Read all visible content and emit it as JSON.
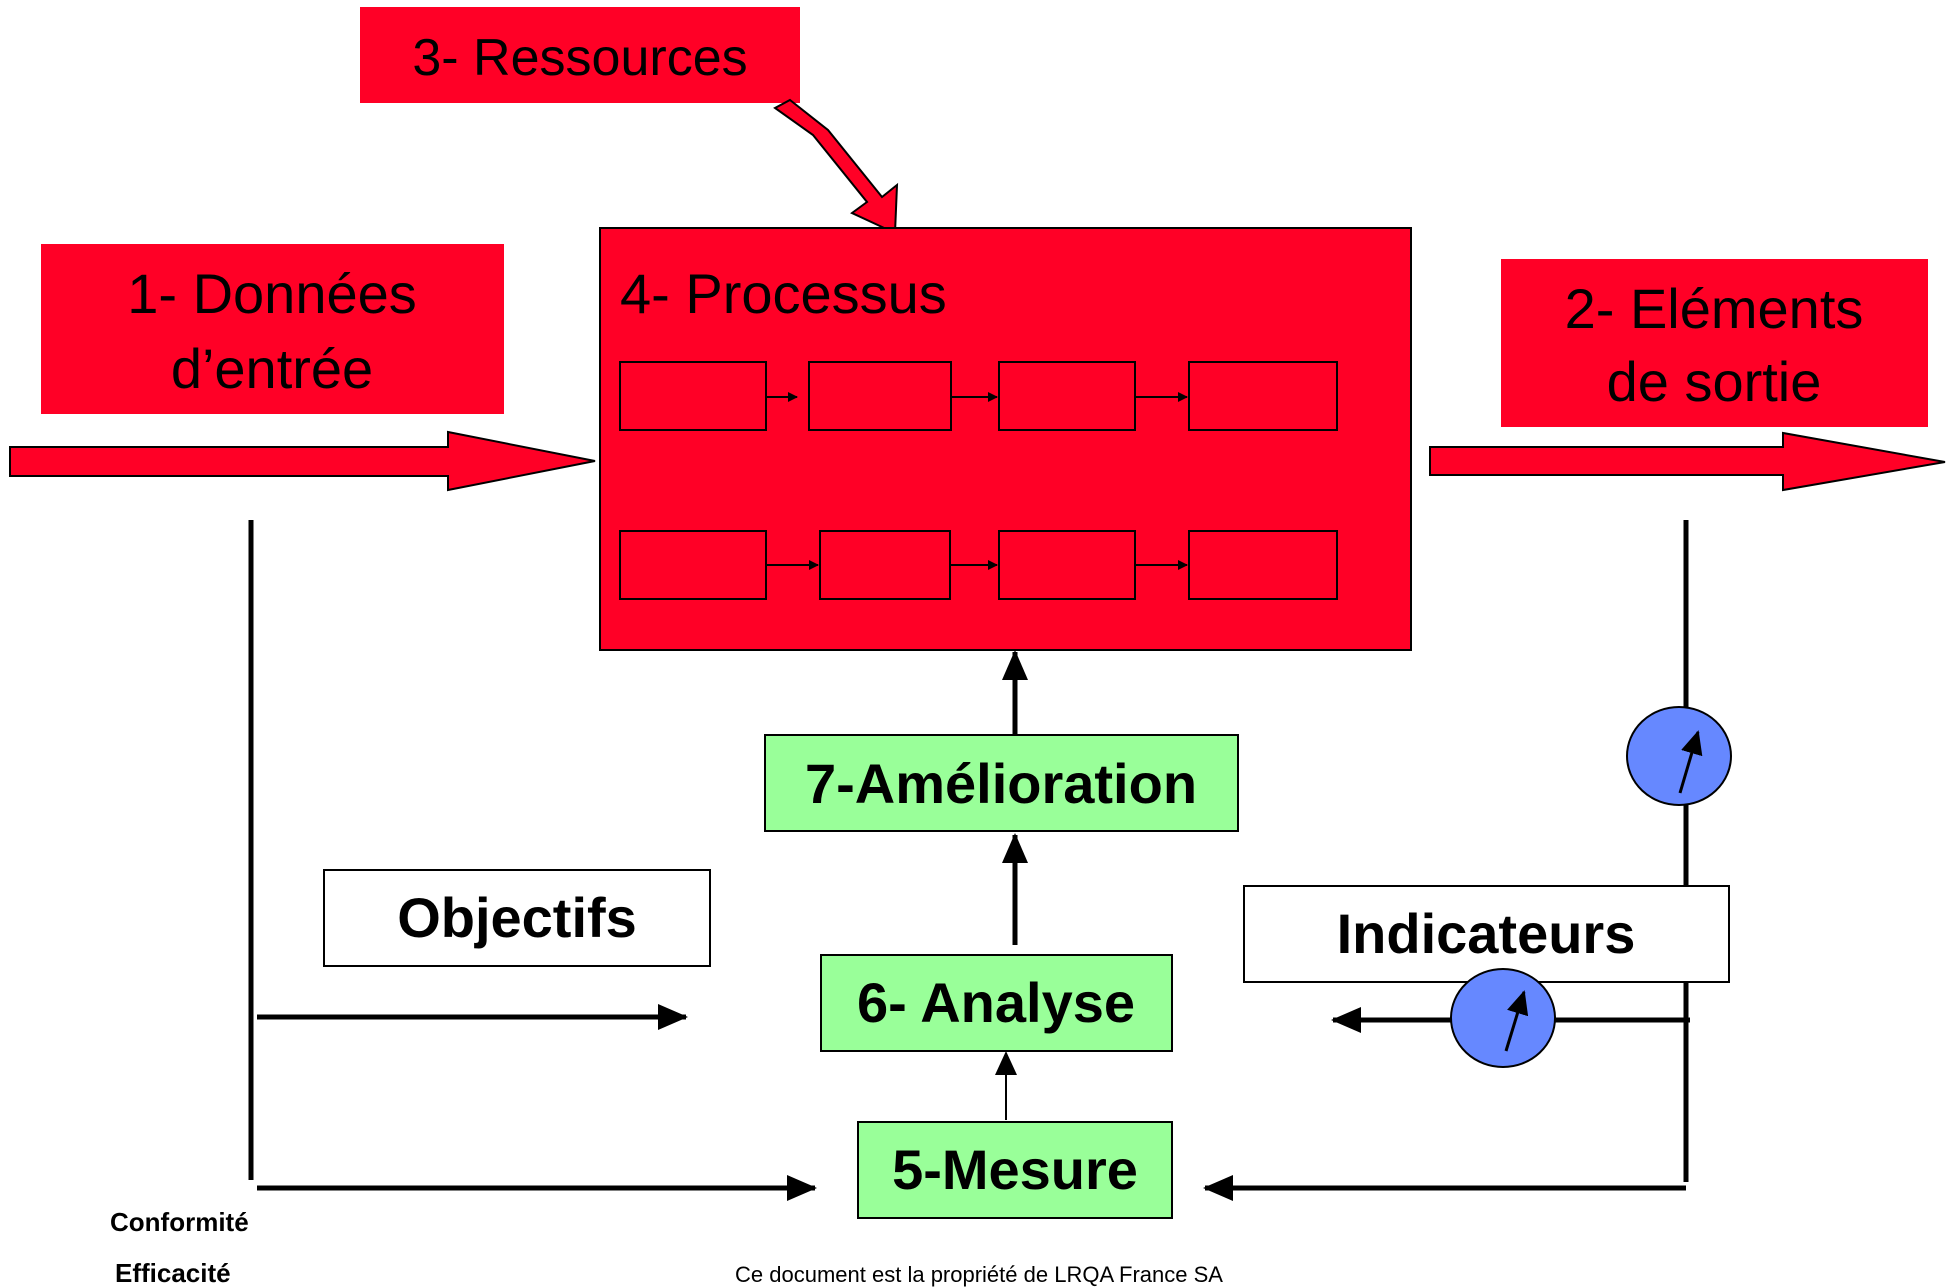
{
  "boxes": {
    "ressources": "3- Ressources",
    "donnees_line1": "1- Données",
    "donnees_line2": "d’entrée",
    "processus": "4- Processus",
    "elements_line1": "2- Eléments",
    "elements_line2": "de sortie",
    "amelioration": "7-Amélioration",
    "objectifs": "Objectifs",
    "indicateurs": "Indicateurs",
    "analyse": "6- Analyse",
    "mesure": "5-Mesure"
  },
  "labels": {
    "conformite": "Conformité",
    "efficacite": "Efficacité"
  },
  "footer": "Ce document est la propriété de LRQA France SA",
  "colors": {
    "red": "#FF0026",
    "green": "#99FF99",
    "gauge_blue": "#6688FF"
  }
}
